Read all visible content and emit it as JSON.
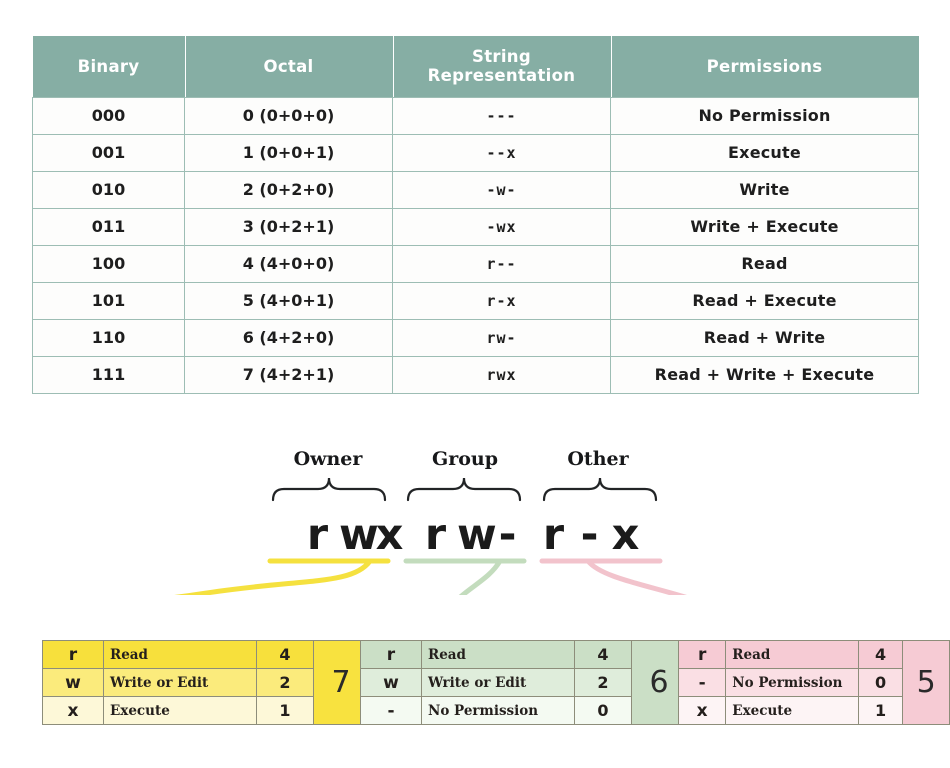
{
  "table": {
    "headers": [
      "Binary",
      "Octal",
      "String Representation",
      "Permissions"
    ],
    "rows": [
      {
        "binary": "000",
        "octal": "0 (0+0+0)",
        "string": "---",
        "permissions": "No Permission"
      },
      {
        "binary": "001",
        "octal": "1 (0+0+1)",
        "string": "--x",
        "permissions": "Execute"
      },
      {
        "binary": "010",
        "octal": "2 (0+2+0)",
        "string": "-w-",
        "permissions": "Write"
      },
      {
        "binary": "011",
        "octal": "3 (0+2+1)",
        "string": "-wx",
        "permissions": "Write + Execute"
      },
      {
        "binary": "100",
        "octal": "4 (4+0+0)",
        "string": "r--",
        "permissions": "Read"
      },
      {
        "binary": "101",
        "octal": "5 (4+0+1)",
        "string": "r-x",
        "permissions": "Read + Execute"
      },
      {
        "binary": "110",
        "octal": "6 (4+2+0)",
        "string": "rw-",
        "permissions": "Read + Write"
      },
      {
        "binary": "111",
        "octal": "7 (4+2+1)",
        "string": "rwx",
        "permissions": "Read + Write + Execute"
      }
    ],
    "header_color": "#86aea4",
    "border_color": "#9dbdb4"
  },
  "diagram": {
    "groups": [
      {
        "label": "Owner",
        "chars": [
          "r",
          "w",
          "x"
        ],
        "color": "#f5e03f"
      },
      {
        "label": "Group",
        "chars": [
          "r",
          "w",
          "-"
        ],
        "color": "#c3dcbd"
      },
      {
        "label": "Other",
        "chars": [
          "r",
          "-",
          "x"
        ],
        "color": "#f2c3cc"
      }
    ]
  },
  "legend_tables": [
    {
      "name": "owner",
      "accent": "#f7e03c",
      "total": "7",
      "rows": [
        {
          "letter": "r",
          "desc": "Read",
          "value": "4"
        },
        {
          "letter": "w",
          "desc": "Write or Edit",
          "value": "2"
        },
        {
          "letter": "x",
          "desc": "Execute",
          "value": "1"
        }
      ]
    },
    {
      "name": "group",
      "accent": "#cbdfc6",
      "total": "6",
      "rows": [
        {
          "letter": "r",
          "desc": "Read",
          "value": "4"
        },
        {
          "letter": "w",
          "desc": "Write or Edit",
          "value": "2"
        },
        {
          "letter": "-",
          "desc": "No Permission",
          "value": "0"
        }
      ]
    },
    {
      "name": "other",
      "accent": "#f6cbd4",
      "total": "5",
      "rows": [
        {
          "letter": "r",
          "desc": "Read",
          "value": "4"
        },
        {
          "letter": "-",
          "desc": "No Permission",
          "value": "0"
        },
        {
          "letter": "x",
          "desc": "Execute",
          "value": "1"
        }
      ]
    }
  ]
}
